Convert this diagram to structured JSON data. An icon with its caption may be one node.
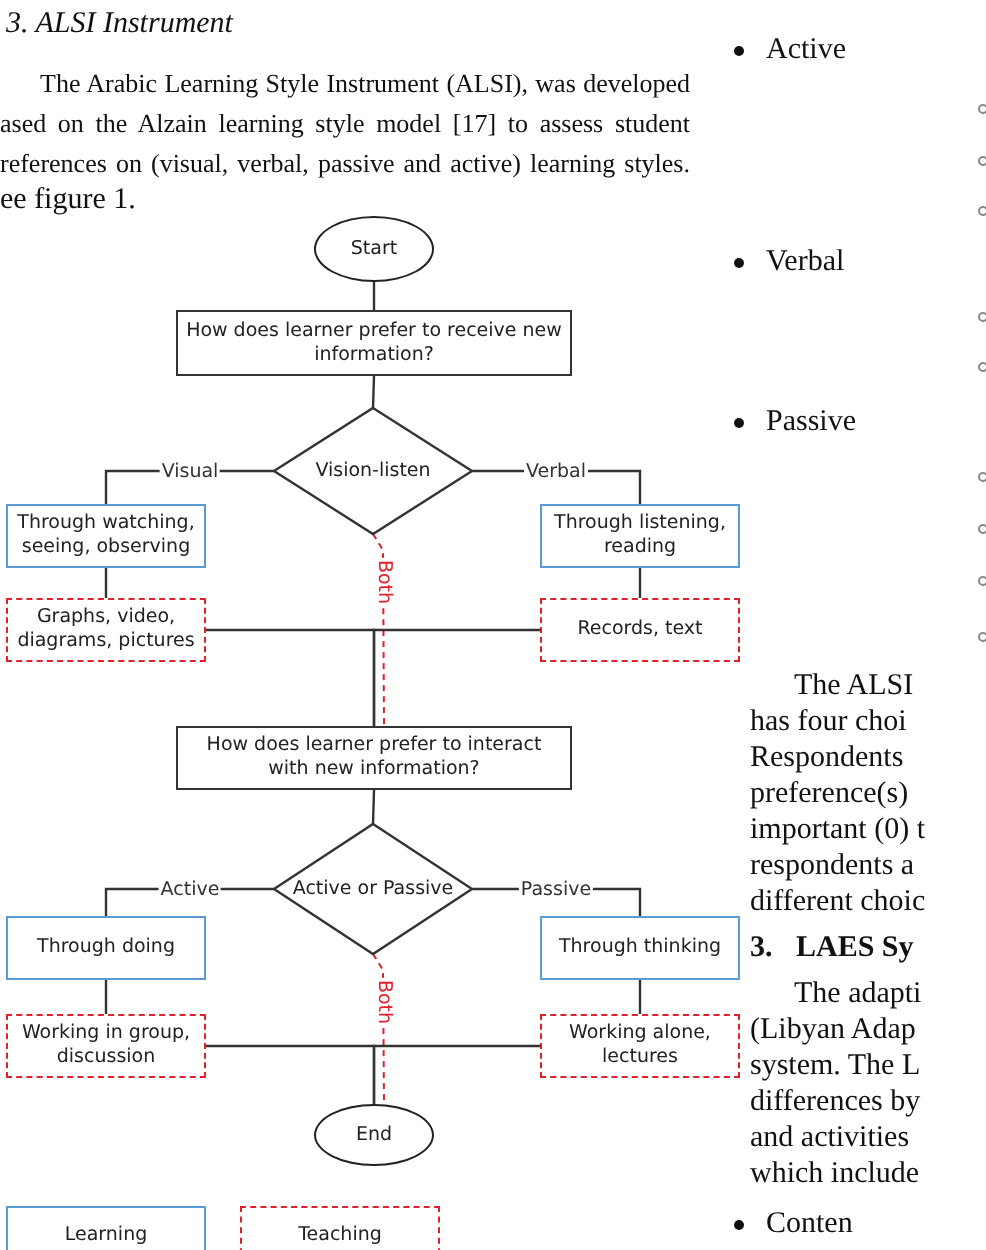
{
  "diagram": {
    "nodes": [
      {
        "text": [
          "Start"
        ]
      },
      {
        "text": [
          "How does learner prefer to receive new information?"
        ]
      },
      {
        "text": [
          "Vision-listen"
        ]
      },
      {
        "text": [
          "Through watching, seeing, observing"
        ]
      },
      {
        "text": [
          "Graphs, video, diagrams, pictures"
        ]
      },
      {
        "text": [
          "Through listening, reading"
        ]
      },
      {
        "text": [
          "Records, text"
        ]
      },
      {
        "text": [
          "How does learner prefer to interact with new information?"
        ]
      },
      {
        "text": [
          "Active or Passive"
        ]
      },
      {
        "text": [
          "Through doing"
        ]
      },
      {
        "text": [
          "Working in group, discussion"
        ]
      },
      {
        "text": [
          "Through thinking"
        ]
      },
      {
        "text": [
          "Working alone, lectures"
        ]
      },
      {
        "text": [
          "End"
        ]
      }
    ],
    "edges": [
      {
        "from": 0,
        "to": 1,
        "arrow": "none"
      },
      {
        "from": 1,
        "to": 2,
        "arrow": "none"
      },
      {
        "from": 2,
        "to": 3,
        "arrow": "none",
        "label": "Visual"
      },
      {
        "from": 2,
        "to": 5,
        "arrow": "none",
        "label": "Verbal"
      },
      {
        "from": 3,
        "to": 4,
        "arrow": "none"
      },
      {
        "from": 5,
        "to": 6,
        "arrow": "none"
      },
      {
        "from": 2,
        "to": 7,
        "arrow": "none",
        "label": "Both",
        "style": "dashed",
        "color": "#e0202a"
      },
      {
        "from": 4,
        "to": 7,
        "arrow": "none"
      },
      {
        "from": 6,
        "to": 7,
        "arrow": "none"
      },
      {
        "from": 7,
        "to": 8,
        "arrow": "none"
      },
      {
        "from": 8,
        "to": 9,
        "arrow": "none",
        "label": "Active"
      },
      {
        "from": 8,
        "to": 11,
        "arrow": "none",
        "label": "Passive"
      },
      {
        "from": 9,
        "to": 10,
        "arrow": "none"
      },
      {
        "from": 11,
        "to": 12,
        "arrow": "none"
      },
      {
        "from": 8,
        "to": 13,
        "arrow": "none",
        "label": "Both",
        "style": "dashed",
        "color": "#e0202a"
      },
      {
        "from": 10,
        "to": 13,
        "arrow": "none"
      },
      {
        "from": 12,
        "to": 13,
        "arrow": "none"
      }
    ],
    "labels": [
      "3. ALSI Instrument",
      "The Arabic Learning Style Instrument (ALSI), was developed",
      "ased on the Alzain learning style model [17] to assess student",
      "references on (visual, verbal, passive and active) learning styles.",
      "ee figure 1.",
      "Active",
      "Verbal",
      "Passive",
      "The ALSI",
      "has four choi",
      "Respondents",
      "preference(s)",
      "important (0) t",
      "respondents a",
      "different choic",
      "3.",
      "LAES Sy",
      "The adapti",
      "(Libyan Adap",
      "system. The L",
      "differences by",
      "and activities",
      "which include",
      "Conten"
    ],
    "legend": [
      {
        "text": "Learning"
      },
      {
        "text": "Teaching"
      }
    ]
  }
}
